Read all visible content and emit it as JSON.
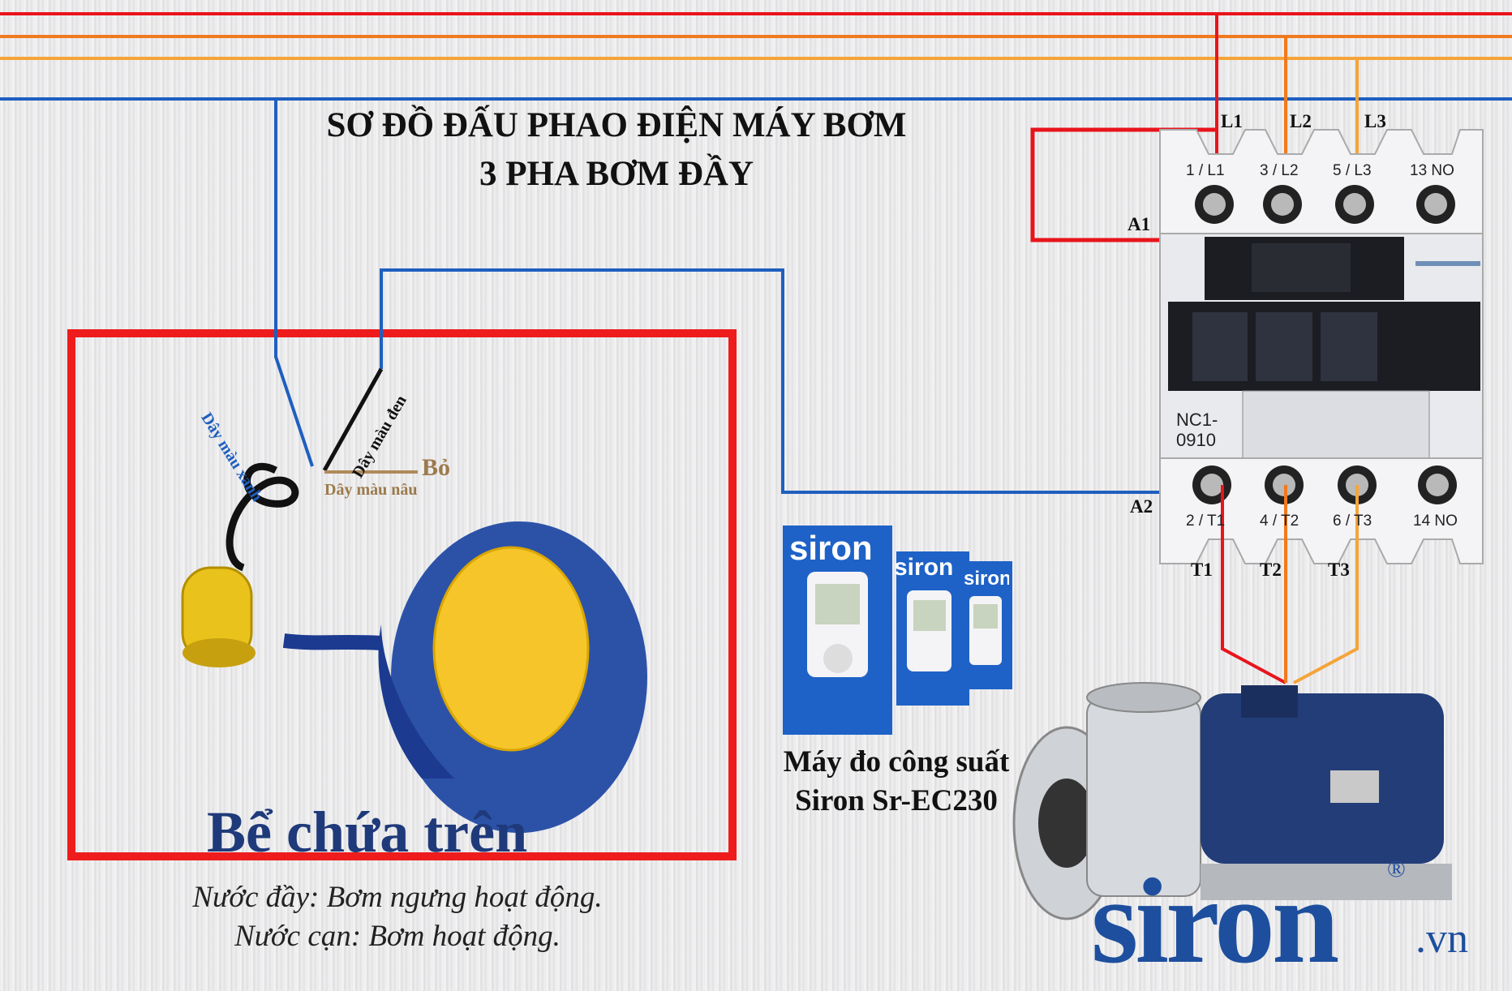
{
  "title": {
    "line1": "SƠ ĐỒ ĐẤU PHAO ĐIỆN MÁY BƠM",
    "line2": "3 PHA BƠM ĐẦY"
  },
  "contactor": {
    "model_line1": "NC1-",
    "model_line2": "0910",
    "top_terminals": [
      "1 / L1",
      "3 / L2",
      "5 / L3",
      "13 NO"
    ],
    "bottom_terminals": [
      "2 / T1",
      "4 / T2",
      "6 / T3",
      "14 NO"
    ],
    "phase_labels": [
      "L1",
      "L2",
      "L3"
    ],
    "output_labels": [
      "T1",
      "T2",
      "T3"
    ],
    "coil_labels": [
      "A1",
      "A2"
    ]
  },
  "float_switch": {
    "blue_wire": "Dây màu xanh",
    "black_wire": "Dây màu đen",
    "brown_wire": "Dây màu nâu",
    "brown_note": "Bỏ"
  },
  "tank": {
    "title": "Bể chứa trên",
    "note_full": "Nước đầy: Bơm ngưng hoạt động.",
    "note_empty": "Nước cạn: Bơm hoạt động."
  },
  "meter": {
    "brand": "siron",
    "caption_line1": "Máy đo công suất",
    "caption_line2": "Siron Sr-EC230"
  },
  "logo": {
    "text": "siron",
    "suffix": ".vn",
    "registered": "®"
  },
  "colors": {
    "phase_red": "#e8141c",
    "phase_orange1": "#f07a1e",
    "phase_orange2": "#f5a43a",
    "neutral_blue": "#1f5fbf",
    "tank_border": "#ee1c1c",
    "brand_blue": "#1e4f9e"
  }
}
